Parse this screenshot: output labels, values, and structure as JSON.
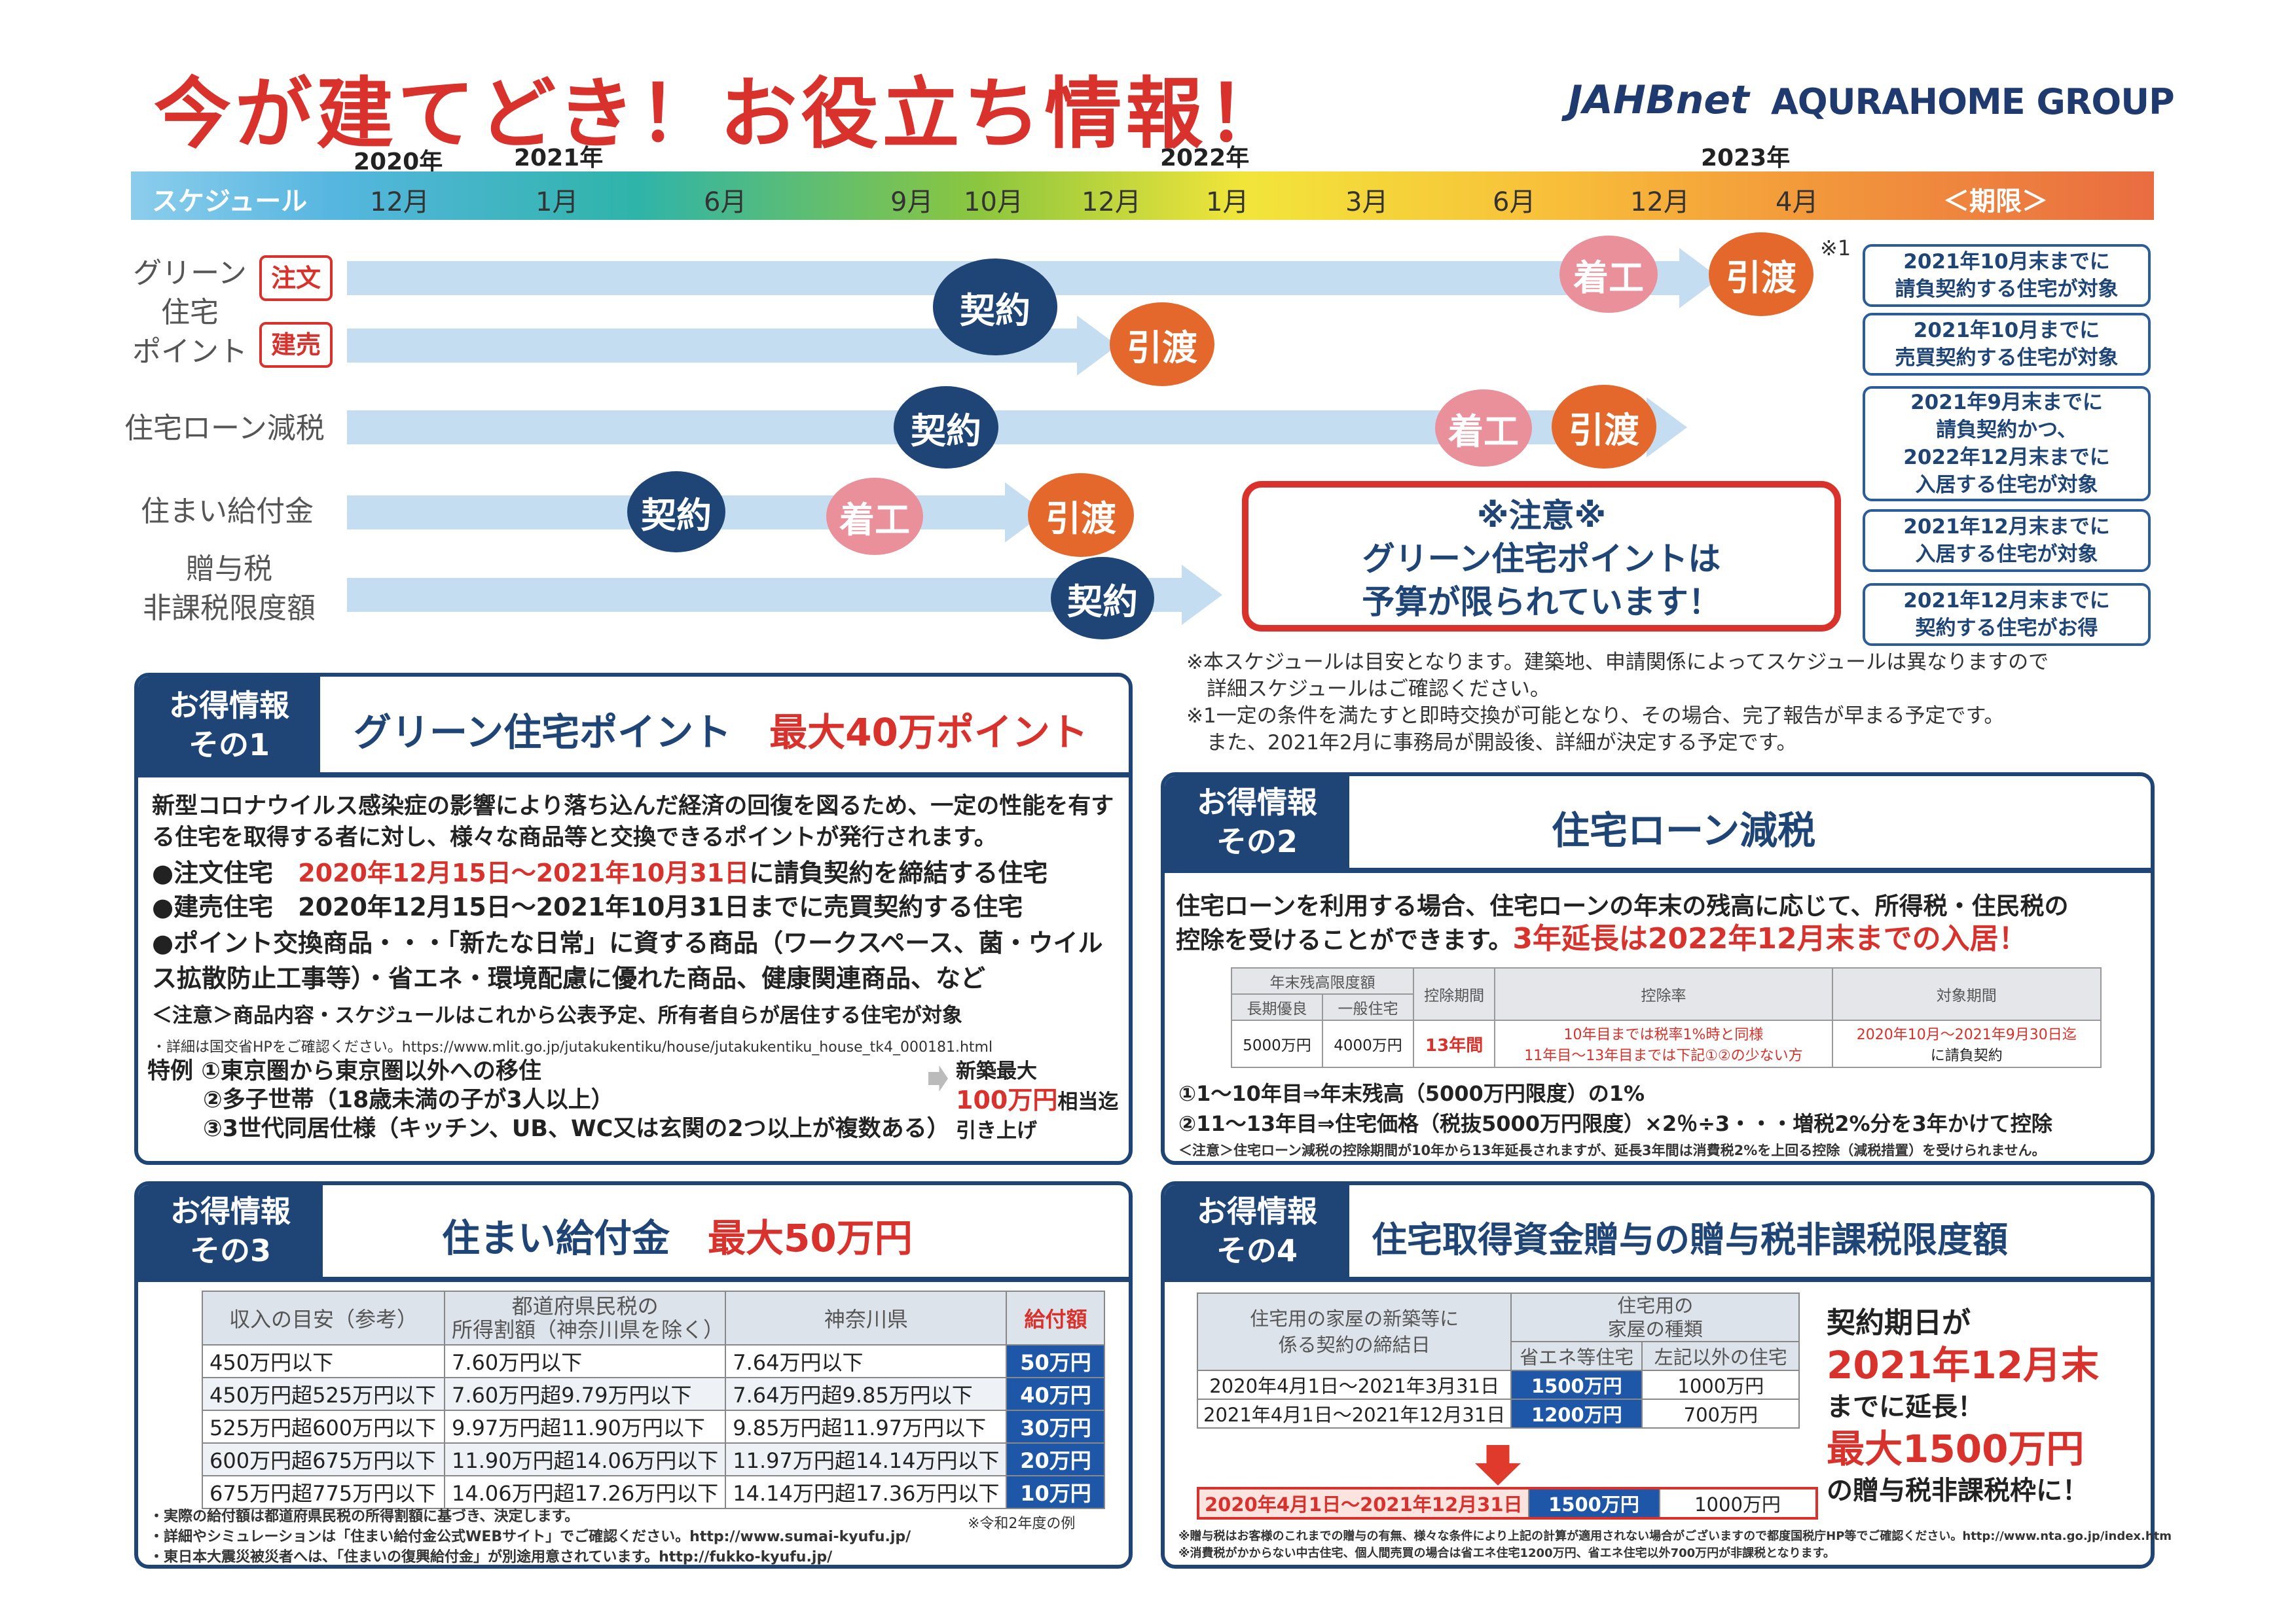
{
  "header": {
    "title": "今が建てどき！お役立ち情報！",
    "logo_jahb": "JAHBnet",
    "logo_aqura": "AQURAHOME GROUP"
  },
  "schedule": {
    "years": [
      "2020年",
      "2021年",
      "2022年",
      "2023年"
    ],
    "bar_label": "スケジュール",
    "deadline_label": "＜期限＞",
    "months": [
      "12月",
      "1月",
      "6月",
      "9月",
      "10月",
      "12月",
      "1月",
      "3月",
      "6月",
      "12月",
      "4月"
    ],
    "rows": {
      "green": "グリーン\n住宅\nポイント",
      "loan": "住宅ローン減税",
      "kyufu": "住まい給付金",
      "zoyo": "贈与税\n非課税限度額"
    },
    "tags": {
      "order": "注文",
      "sale": "建売"
    },
    "events": {
      "keiyaku": "契約",
      "chakko": "着工",
      "hikiwatashi": "引渡"
    },
    "footnote_mark": "※1",
    "deadlines": [
      "2021年10月末までに\n請負契約する住宅が対象",
      "2021年10月までに\n売買契約する住宅が対象",
      "2021年9月末までに\n請負契約かつ、\n2022年12月末までに\n入居する住宅が対象",
      "2021年12月末までに\n入居する住宅が対象",
      "2021年12月末までに\n契約する住宅がお得"
    ],
    "caution": {
      "l1": "※注意※",
      "l2": "グリーン住宅ポイントは",
      "l3": "予算が限られています！"
    },
    "notes": [
      "※本スケジュールは目安となります。建築地、申請関係によってスケジュールは異なりますので",
      "　詳細スケジュールはご確認ください。",
      "※1一定の条件を満たすと即時交換が可能となり、その場合、完了報告が早まる予定です。",
      "　また、2021年2月に事務局が開設後、詳細が決定する予定です。"
    ]
  },
  "p1": {
    "badge": "お得情報\nその1",
    "title": "グリーン住宅ポイント",
    "title_red": "最大40万ポイント",
    "intro": "新型コロナウイルス感染症の影響により落ち込んだ経済の回復を図るため、一定の性能を有する住宅を取得する者に対し、様々な商品等と交換できるポイントが発行されます。",
    "b1_pre": "●注文住宅",
    "b1_red": "2020年12月15日～2021年10月31日",
    "b1_post": "に請負契約を締結する住宅",
    "b2": "●建売住宅　2020年12月15日～2021年10月31日までに売買契約する住宅",
    "b3": "●ポイント交換商品・・・「新たな日常」に資する商品（ワークスペース、菌・ウイルス拡散防止工事等）・省エネ・環境配慮に優れた商品、健康関連商品、など",
    "caution": "＜注意＞商品内容・スケジュールはこれから公表予定、所有者自らが居住する住宅が対象",
    "url": "・詳細は国交省HPをご確認ください。https://www.mlit.go.jp/jutakukentiku/house/jutakukentiku_house_tk4_000181.html",
    "sp_label": "特例",
    "sp1": "①東京圏から東京圏以外への移住",
    "sp2": "②多子世帯（18歳未満の子が3人以上）",
    "sp3": "③3世代同居仕様（キッチン、UB、WC又は玄関の2つ以上が複数ある）",
    "sp_new": "新築最大",
    "sp_amt": "100万円",
    "sp_suffix": "相当迄",
    "sp_up": "引き上げ"
  },
  "p2": {
    "badge": "お得情報\nその2",
    "title": "住宅ローン減税",
    "intro1": "住宅ローンを利用する場合、住宅ローンの年末の残高に応じて、所得税・住民税の",
    "intro2": "控除を受けることができます。",
    "intro_red": "3年延長は2022年12月末までの入居！",
    "table": {
      "h_limit": "年末残高限度額",
      "h_choki": "長期優良",
      "h_ippan": "一般住宅",
      "h_period": "控除期間",
      "h_rate": "控除率",
      "h_target": "対象期間",
      "v_choki": "5000万円",
      "v_ippan": "4000万円",
      "v_period": "13年間",
      "v_rate1": "10年目までは税率1%時と同様",
      "v_rate2": "11年目～13年目までは下記①②の少ない方",
      "v_target1": "2020年10月～2021年9月30日迄",
      "v_target2": "に請負契約"
    },
    "f1": "①1～10年目⇒年末残高（5000万円限度）の1%",
    "f2": "②11～13年目⇒住宅価格（税抜5000万円限度）×2％÷3・・・増税2%分を3年かけて控除",
    "caution": "＜注意＞住宅ローン減税の控除期間が10年から13年延長されますが、延長3年間は消費税2%を上回る控除（減税措置）を受けられません。"
  },
  "p3": {
    "badge": "お得情報\nその3",
    "title": "住まい給付金",
    "title_red": "最大50万円",
    "headers": [
      "収入の目安（参考）",
      "都道府県民税の\n所得割額（神奈川県を除く）",
      "神奈川県",
      "給付額"
    ],
    "rows": [
      [
        "450万円以下",
        "7.60万円以下",
        "7.64万円以下",
        "50万円"
      ],
      [
        "450万円超525万円以下",
        "7.60万円超9.79万円以下",
        "7.64万円超9.85万円以下",
        "40万円"
      ],
      [
        "525万円超600万円以下",
        "9.97万円超11.90万円以下",
        "9.85万円超11.97万円以下",
        "30万円"
      ],
      [
        "600万円超675万円以下",
        "11.90万円超14.06万円以下",
        "11.97万円超14.14万円以下",
        "20万円"
      ],
      [
        "675万円超775万円以下",
        "14.06万円超17.26万円以下",
        "14.14万円超17.36万円以下",
        "10万円"
      ]
    ],
    "note_r": "※令和2年度の例",
    "notes": [
      "・実際の給付額は都道府県民税の所得割額に基づき、決定します。",
      "・詳細やシミュレーションは「住まい給付金公式WEBサイト」でご確認ください。http://www.sumai-kyufu.jp/",
      "・東日本大震災被災者へは、「住まいの復興給付金」が別途用意されています。http://fukko-kyufu.jp/"
    ]
  },
  "p4": {
    "badge": "お得情報\nその4",
    "title": "住宅取得資金贈与の贈与税非課税限度額",
    "h_date": "住宅用の家屋の新築等に\n係る契約の締結日",
    "h_type": "住宅用の\n家屋の種類",
    "h_eco": "省エネ等住宅",
    "h_other": "左記以外の住宅",
    "rows": [
      [
        "2020年4月1日～2021年3月31日",
        "1500万円",
        "1000万円"
      ],
      [
        "2021年4月1日～2021年12月31日",
        "1200万円",
        "700万円"
      ]
    ],
    "new_row": [
      "2020年4月1日～2021年12月31日",
      "1500万円",
      "1000万円"
    ],
    "side1": "契約期日が",
    "side2": "2021年12月末",
    "side3": "までに延長！",
    "side4": "最大1500万円",
    "side5": "の贈与税非課税枠に！",
    "notes": [
      "※贈与税はお客様のこれまでの贈与の有無、様々な条件により上記の計算が適用されない場合がございますので都度国税庁HP等でご確認ください。http://www.nta.go.jp/index.htm",
      "※消費税がかからない中古住宅、個人間売買の場合は省エネ住宅1200万円、省エネ住宅以外700万円が非課税となります。"
    ]
  },
  "colors": {
    "navy": "#1f4577",
    "red": "#d9312b",
    "orange": "#e4682c",
    "pink": "#e9909b"
  }
}
